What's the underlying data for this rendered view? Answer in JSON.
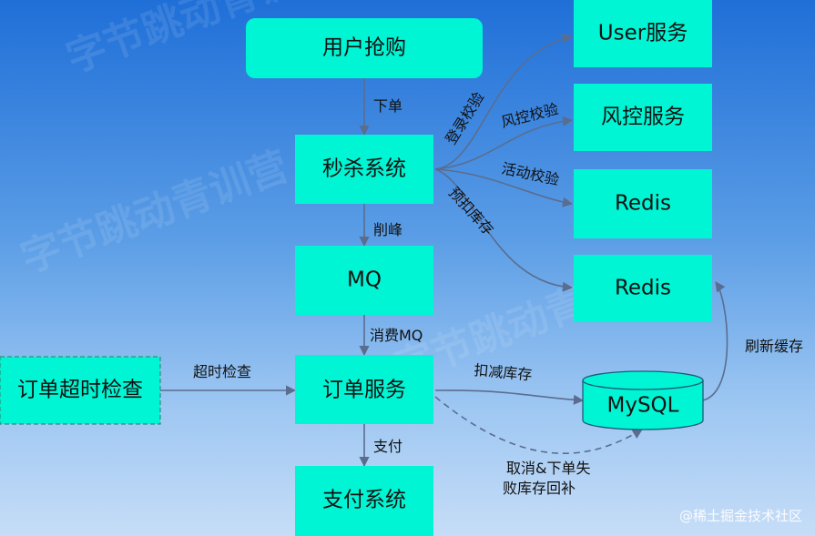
{
  "nodes": {
    "user_buy": "用户抢购",
    "seckill": "秒杀系统",
    "mq": "MQ",
    "order_service": "订单服务",
    "payment": "支付系统",
    "order_timeout": "订单超时检查",
    "user_service": "User服务",
    "risk_service": "风控服务",
    "redis_1": "Redis",
    "redis_2": "Redis",
    "mysql": "MySQL"
  },
  "edges": {
    "place_order": "下单",
    "peak_shaving": "削峰",
    "consume_mq": "消费MQ",
    "pay": "支付",
    "timeout_check": "超时检查",
    "login_check": "登录校验",
    "risk_check": "风控校验",
    "activity_check": "活动校验",
    "pre_deduct": "预扣库存",
    "deduct_stock": "扣减库存",
    "refresh_cache": "刷新缓存",
    "cancel_line1": "取消&下单失",
    "cancel_line2": "败库存回补"
  },
  "watermark": [
    "字节跳动青训营",
    "字节跳动青训营",
    "字节跳动青训营"
  ],
  "credit": "@稀土掘金技术社区",
  "colors": {
    "node_fill": "#00f5d4",
    "arrow": "#5a6d8f",
    "text": "#111111"
  }
}
